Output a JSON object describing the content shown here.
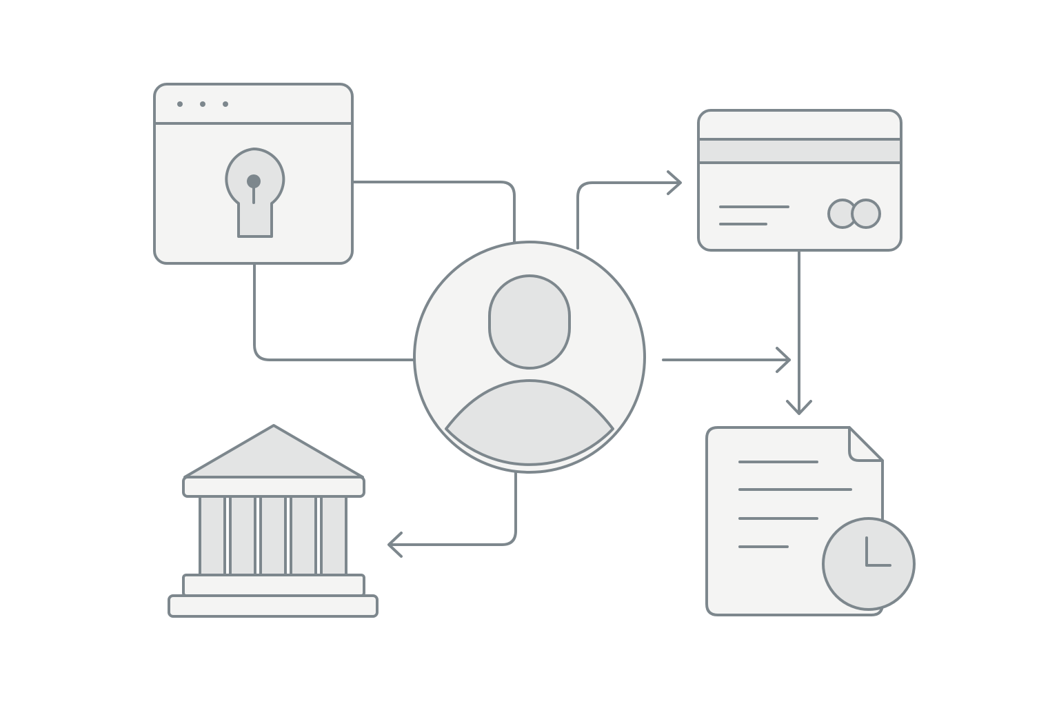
{
  "palette": {
    "stroke": "#7d878d",
    "fill_light": "#f4f4f3",
    "fill_mid": "#e3e4e4",
    "background": "#ffffff"
  },
  "nodes": [
    {
      "id": "user",
      "icon": "user-avatar-icon"
    },
    {
      "id": "secure-login",
      "icon": "browser-lock-icon"
    },
    {
      "id": "payment-card",
      "icon": "credit-card-icon"
    },
    {
      "id": "bank",
      "icon": "bank-building-icon"
    },
    {
      "id": "scheduled-document",
      "icon": "document-clock-icon"
    }
  ],
  "connections": [
    {
      "from": "secure-login",
      "to": "user",
      "arrow": false
    },
    {
      "from": "user",
      "to": "payment-card",
      "arrow": true
    },
    {
      "from": "user",
      "to": "bank",
      "arrow": true
    },
    {
      "from": "user",
      "to": "scheduled-document",
      "arrow": true
    },
    {
      "from": "payment-card",
      "to": "scheduled-document",
      "arrow": true
    }
  ]
}
